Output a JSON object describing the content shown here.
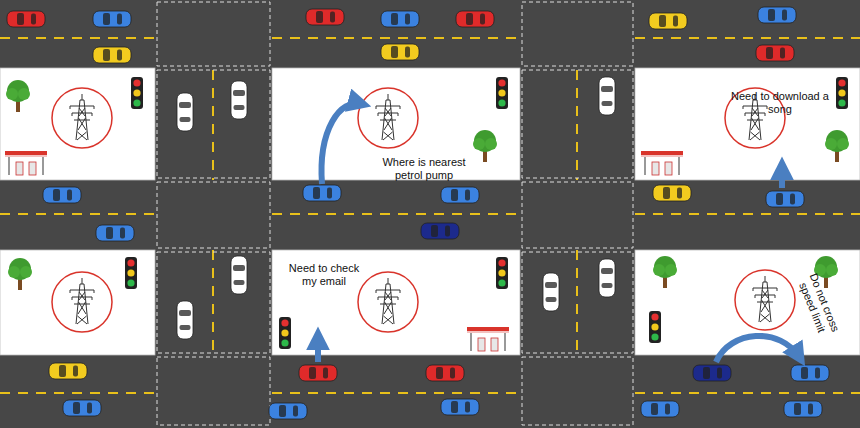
{
  "diagram": {
    "labels": [
      "Where is nearest petrol pump",
      "Need to download a song",
      "Need to check my email",
      "Do not cross speed limit"
    ]
  }
}
